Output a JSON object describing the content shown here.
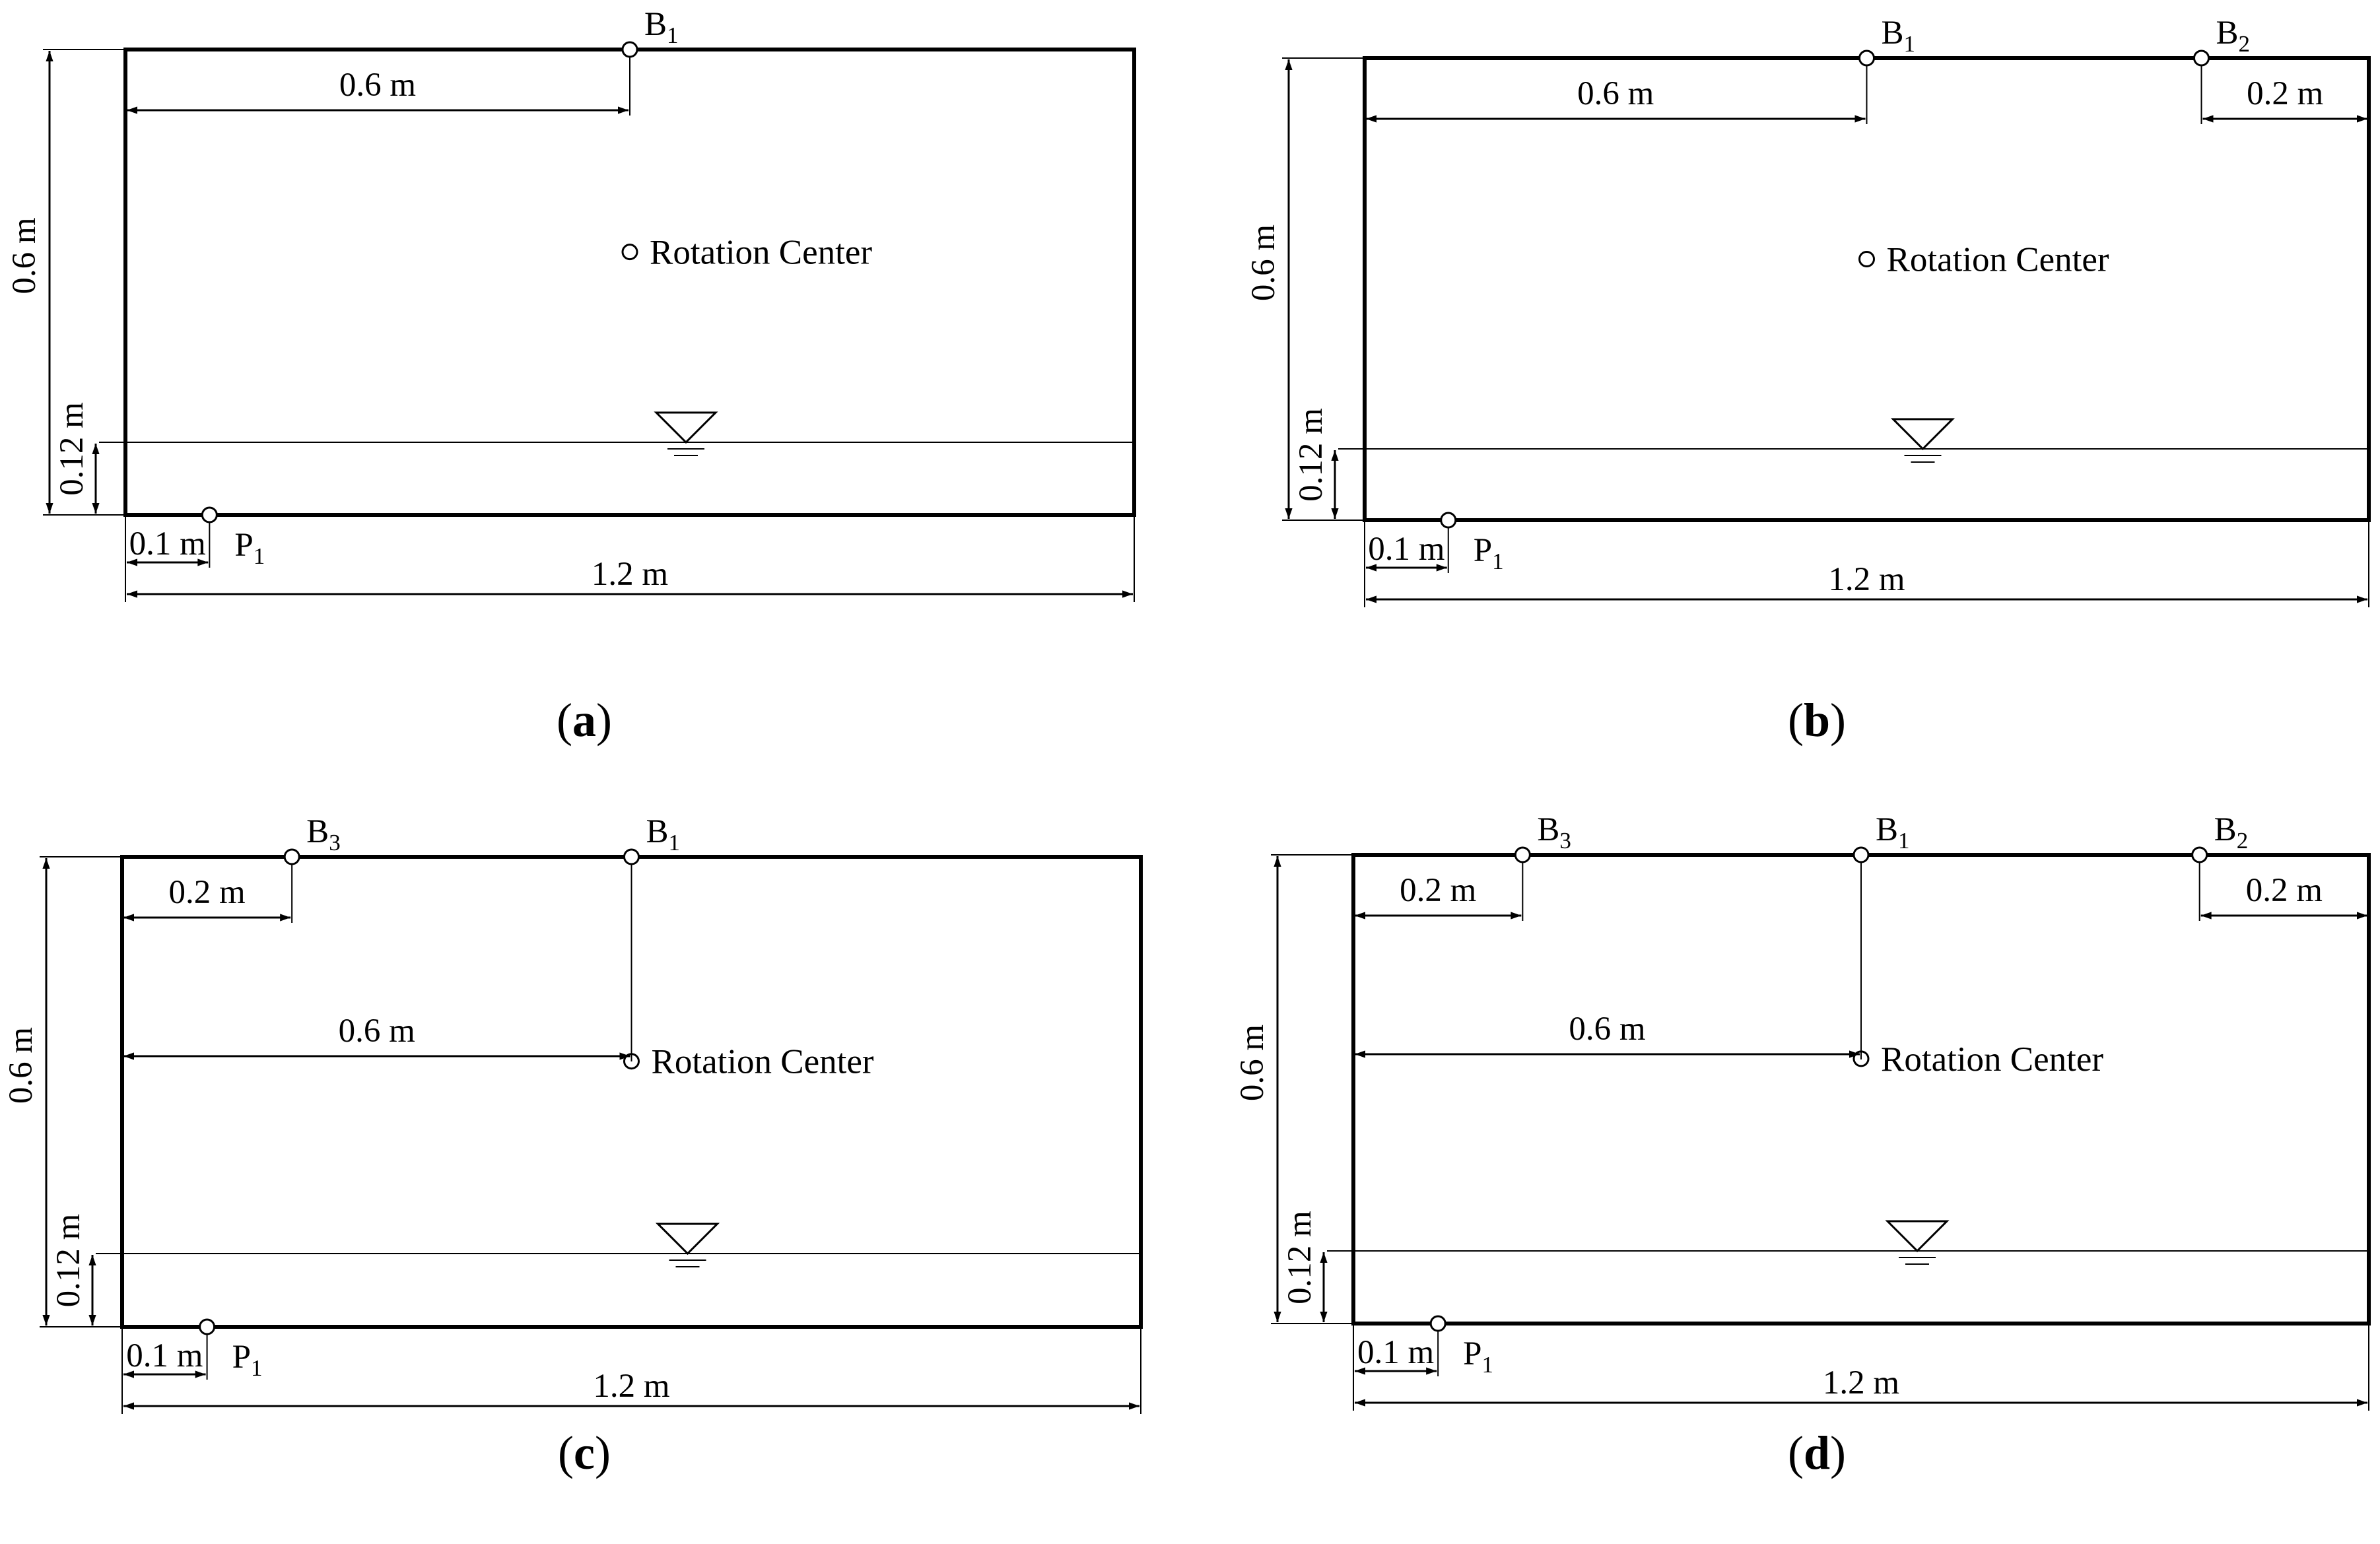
{
  "panels": [
    {
      "caption_letter": "a",
      "length_label": "1.2 m",
      "height_label": "0.6 m",
      "depth_label": "0.12 m",
      "rotation_label": "Rotation Center",
      "probe": {
        "letter": "P",
        "sub": "1",
        "offset_label": "0.1 m"
      },
      "gauges": [
        {
          "letter": "B",
          "sub": "1",
          "offset_label": "0.6 m",
          "measured_from": "left"
        }
      ]
    },
    {
      "caption_letter": "b",
      "length_label": "1.2 m",
      "height_label": "0.6 m",
      "depth_label": "0.12 m",
      "rotation_label": "Rotation Center",
      "probe": {
        "letter": "P",
        "sub": "1",
        "offset_label": "0.1 m"
      },
      "gauges": [
        {
          "letter": "B",
          "sub": "1",
          "offset_label": "0.6 m",
          "measured_from": "left"
        },
        {
          "letter": "B",
          "sub": "2",
          "offset_label": "0.2 m",
          "measured_from": "right"
        }
      ]
    },
    {
      "caption_letter": "c",
      "length_label": "1.2 m",
      "height_label": "0.6 m",
      "depth_label": "0.12 m",
      "rotation_label": "Rotation Center",
      "probe": {
        "letter": "P",
        "sub": "1",
        "offset_label": "0.1 m"
      },
      "gauges": [
        {
          "letter": "B",
          "sub": "3",
          "offset_label": "0.2 m",
          "measured_from": "left"
        },
        {
          "letter": "B",
          "sub": "1",
          "offset_label": "0.6 m",
          "measured_from": "left"
        }
      ]
    },
    {
      "caption_letter": "d",
      "length_label": "1.2 m",
      "height_label": "0.6 m",
      "depth_label": "0.12 m",
      "rotation_label": "Rotation Center",
      "probe": {
        "letter": "P",
        "sub": "1",
        "offset_label": "0.1 m"
      },
      "gauges": [
        {
          "letter": "B",
          "sub": "3",
          "offset_label": "0.2 m",
          "measured_from": "left"
        },
        {
          "letter": "B",
          "sub": "1",
          "offset_label": "0.6 m",
          "measured_from": "left"
        },
        {
          "letter": "B",
          "sub": "2",
          "offset_label": "0.2 m",
          "measured_from": "right"
        }
      ]
    }
  ]
}
